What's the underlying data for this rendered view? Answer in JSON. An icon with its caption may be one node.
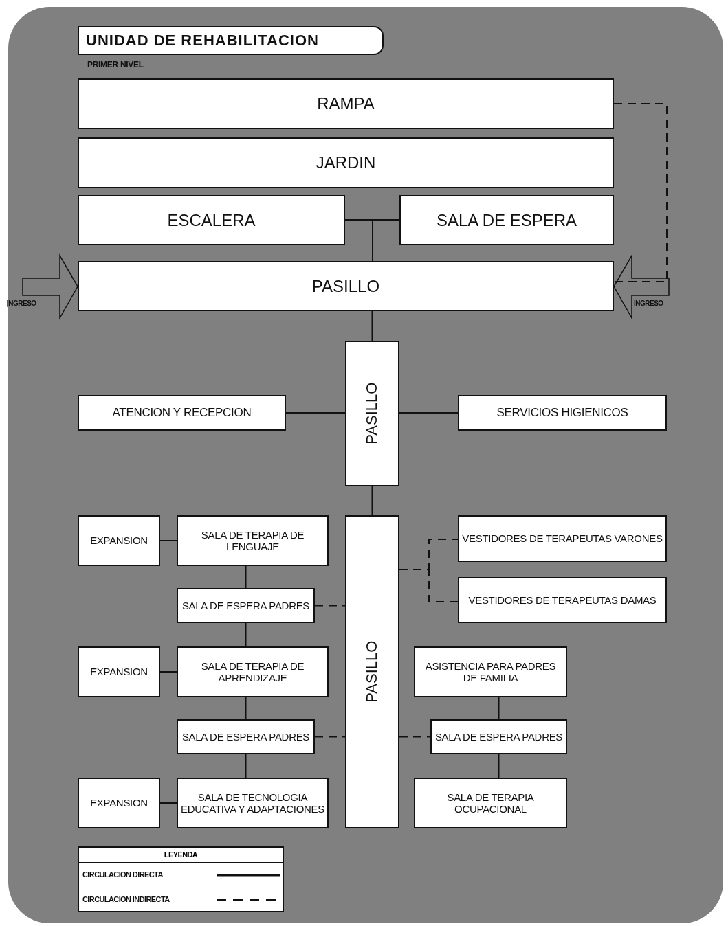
{
  "diagram": {
    "title": "UNIDAD DE REHABILITACION",
    "nodes": [
      {
        "text": [
          "RAMPA"
        ]
      },
      {
        "text": [
          "JARDIN"
        ]
      },
      {
        "text": [
          "ESCALERA"
        ]
      },
      {
        "text": [
          "SALA DE ESPERA"
        ]
      },
      {
        "text": [
          "PASILLO"
        ]
      },
      {
        "text": [
          "ATENCION Y RECEPCION"
        ]
      },
      {
        "text": [
          "PASILLO"
        ]
      },
      {
        "text": [
          "SERVICIOS HIGIENICOS"
        ]
      },
      {
        "text": [
          "EXPANSION"
        ]
      },
      {
        "text": [
          "SALA DE TERAPIA DE LENGUAJE"
        ]
      },
      {
        "text": [
          "PASILLO"
        ]
      },
      {
        "text": [
          "VESTIDORES DE TERAPEUTAS VARONES"
        ]
      },
      {
        "text": [
          "SALA DE ESPERA PADRES"
        ]
      },
      {
        "text": [
          "VESTIDORES DE TERAPEUTAS DAMAS"
        ]
      },
      {
        "text": [
          "EXPANSION"
        ]
      },
      {
        "text": [
          "SALA DE TERAPIA DE APRENDIZAJE"
        ]
      },
      {
        "text": [
          "ASISTENCIA PARA PADRES DE FAMILIA"
        ]
      },
      {
        "text": [
          "SALA DE ESPERA PADRES"
        ]
      },
      {
        "text": [
          "SALA DE ESPERA PADRES"
        ]
      },
      {
        "text": [
          "EXPANSION"
        ]
      },
      {
        "text": [
          "SALA DE TECNOLOGIA EDUCATIVA Y ADAPTACIONES"
        ]
      },
      {
        "text": [
          "SALA DE TERAPIA OCUPACIONAL"
        ]
      }
    ],
    "edges": [
      {
        "from": null,
        "to": 4,
        "arrow": "to",
        "label": "INGRESO"
      },
      {
        "from": null,
        "to": 4,
        "arrow": "to",
        "label": "INGRESO"
      },
      {
        "from": 0,
        "to": 4,
        "arrow": "none",
        "style": "dashed"
      },
      {
        "from": 2,
        "to": 4,
        "arrow": "none"
      },
      {
        "from": 3,
        "to": 4,
        "arrow": "none"
      },
      {
        "from": 4,
        "to": 6,
        "arrow": "none"
      },
      {
        "from": 5,
        "to": 6,
        "arrow": "none"
      },
      {
        "from": 6,
        "to": 7,
        "arrow": "none"
      },
      {
        "from": 6,
        "to": 10,
        "arrow": "none"
      },
      {
        "from": 8,
        "to": 9,
        "arrow": "none"
      },
      {
        "from": 9,
        "to": 12,
        "arrow": "none"
      },
      {
        "from": 12,
        "to": 10,
        "arrow": "none",
        "style": "dashed"
      },
      {
        "from": 10,
        "to": 11,
        "arrow": "none",
        "style": "dashed"
      },
      {
        "from": 10,
        "to": 13,
        "arrow": "none",
        "style": "dashed"
      },
      {
        "from": 12,
        "to": 15,
        "arrow": "none"
      },
      {
        "from": 14,
        "to": 15,
        "arrow": "none"
      },
      {
        "from": 16,
        "to": 18,
        "arrow": "none"
      },
      {
        "from": 15,
        "to": 17,
        "arrow": "none"
      },
      {
        "from": 17,
        "to": 10,
        "arrow": "none",
        "style": "dashed"
      },
      {
        "from": 10,
        "to": 18,
        "arrow": "none",
        "style": "dashed"
      },
      {
        "from": 17,
        "to": 20,
        "arrow": "none"
      },
      {
        "from": 18,
        "to": 21,
        "arrow": "none"
      },
      {
        "from": 19,
        "to": 20,
        "arrow": "none"
      }
    ],
    "labels": [
      "PRIMER NIVEL",
      "LEYENDA"
    ],
    "legend": [
      {
        "text": "CIRCULACION DIRECTA"
      },
      {
        "text": "CIRCULACION INDIRECTA"
      }
    ]
  }
}
